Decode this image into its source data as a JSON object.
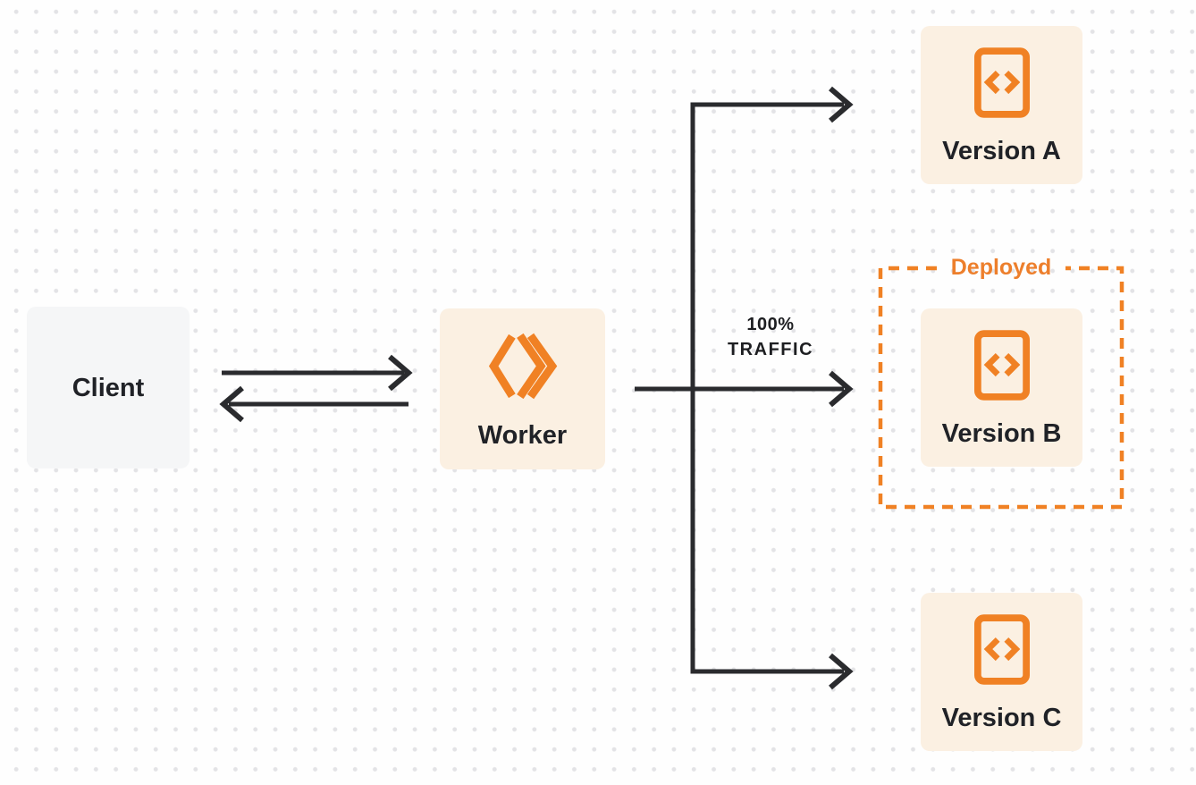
{
  "diagram": {
    "nodes": {
      "client": {
        "label": "Client"
      },
      "worker": {
        "label": "Worker"
      },
      "version_a": {
        "label": "Version A"
      },
      "version_b": {
        "label": "Version B"
      },
      "version_c": {
        "label": "Version C"
      }
    },
    "annotations": {
      "deployed_badge": "Deployed",
      "traffic_percent": "100%",
      "traffic_word": "TRAFFIC"
    },
    "icons": {
      "worker_icon": "workers-double-chevron-icon",
      "version_icon": "code-file-icon"
    },
    "colors": {
      "orange": "#f08124",
      "orange_text": "#ed7f2c",
      "node_cream": "#fbf0e2",
      "node_gray": "#f5f6f7",
      "arrow_dark": "#2a2b2e",
      "label_text": "#202227",
      "background": "#fefefe",
      "grid_dot": "#e3e3e6"
    }
  }
}
